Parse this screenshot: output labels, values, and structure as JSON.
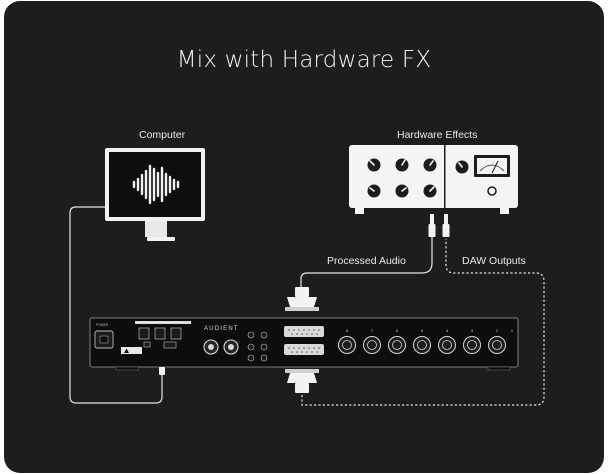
{
  "title": "Mix with Hardware FX",
  "labels": {
    "computer": "Computer",
    "hardware_effects": "Hardware Effects",
    "processed_audio": "Processed Audio",
    "daw_outputs": "DAW Outputs"
  },
  "interface": {
    "brand": "AUDIENT",
    "channel_numbers": [
      "8",
      "7",
      "6",
      "5",
      "4",
      "3",
      "2",
      "1"
    ]
  },
  "colors": {
    "background": "#1d1d1f",
    "cable": "#e6e6e6",
    "device_white": "#f2f2f2",
    "rack_black": "#0d0d0d"
  }
}
